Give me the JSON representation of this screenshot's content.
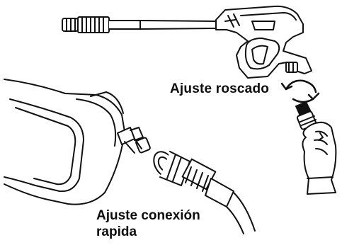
{
  "labels": {
    "threaded_fitting": "Ajuste roscado",
    "quick_connect_line1": "Ajuste conexión",
    "quick_connect_line2": "rapida"
  },
  "colors": {
    "ink": "#0d0d0d",
    "background": "#ffffff"
  },
  "icons": [
    "spray-wand-gun",
    "rotation-arrow",
    "threaded-connector-in-hand",
    "pump-housing",
    "quick-connect-nipple",
    "quick-connect-coupler",
    "hose"
  ]
}
